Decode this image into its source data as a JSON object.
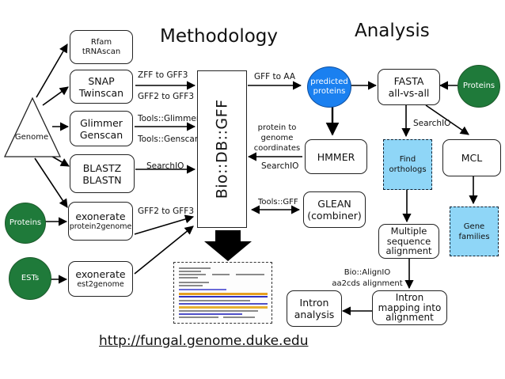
{
  "titles": {
    "methodology": "Methodology",
    "analysis": "Analysis"
  },
  "url": "http://fungal.genome.duke.edu",
  "genome": "Genome",
  "center_box": "Bio::DB::GFF",
  "tools": {
    "rfam": [
      "Rfam",
      "tRNAscan"
    ],
    "snap": [
      "SNAP",
      "Twinscan"
    ],
    "glimmer": [
      "Glimmer",
      "Genscan"
    ],
    "blastz": [
      "BLASTZ",
      "BLASTN"
    ],
    "exonerate_protein": [
      "exonerate",
      "protein2genome"
    ],
    "exonerate_est": [
      "exonerate",
      "est2genome"
    ]
  },
  "sources": {
    "proteins_left": "Proteins",
    "ests": "ESTs"
  },
  "labels": {
    "zff_to_gff3": "ZFF to GFF3",
    "gff2_to_gff3_a": "GFF2 to GFF3",
    "tools_glimmer": "Tools::Glimmer",
    "tools_genscan": "Tools::Genscan",
    "searchio_left": "SearchIO",
    "gff2_to_gff3_b": "GFF2 to GFF3",
    "gff_to_aa": "GFF to AA",
    "protein_to_genome": [
      "protein to",
      "genome",
      "coordinates"
    ],
    "searchio_mid": "SearchIO",
    "tools_gff": "Tools::GFF",
    "searchio_right": "SearchIO",
    "bio_alignio": [
      "Bio::AlignIO",
      "aa2cds alignment"
    ]
  },
  "analysis": {
    "predicted_proteins": [
      "predicted",
      "proteins"
    ],
    "fasta": [
      "FASTA",
      "all-vs-all"
    ],
    "proteins_right": "Proteins",
    "hmmer": "HMMER",
    "find_orthologs": [
      "Find",
      "orthologs"
    ],
    "mcl": "MCL",
    "glean": [
      "GLEAN",
      "(combiner)"
    ],
    "multiple_alignment": [
      "Multiple",
      "sequence",
      "alignment"
    ],
    "gene_families": [
      "Gene",
      "families"
    ],
    "intron_analysis": [
      "Intron",
      "analysis"
    ],
    "intron_mapping": [
      "Intron",
      "mapping into",
      "alignment"
    ]
  }
}
